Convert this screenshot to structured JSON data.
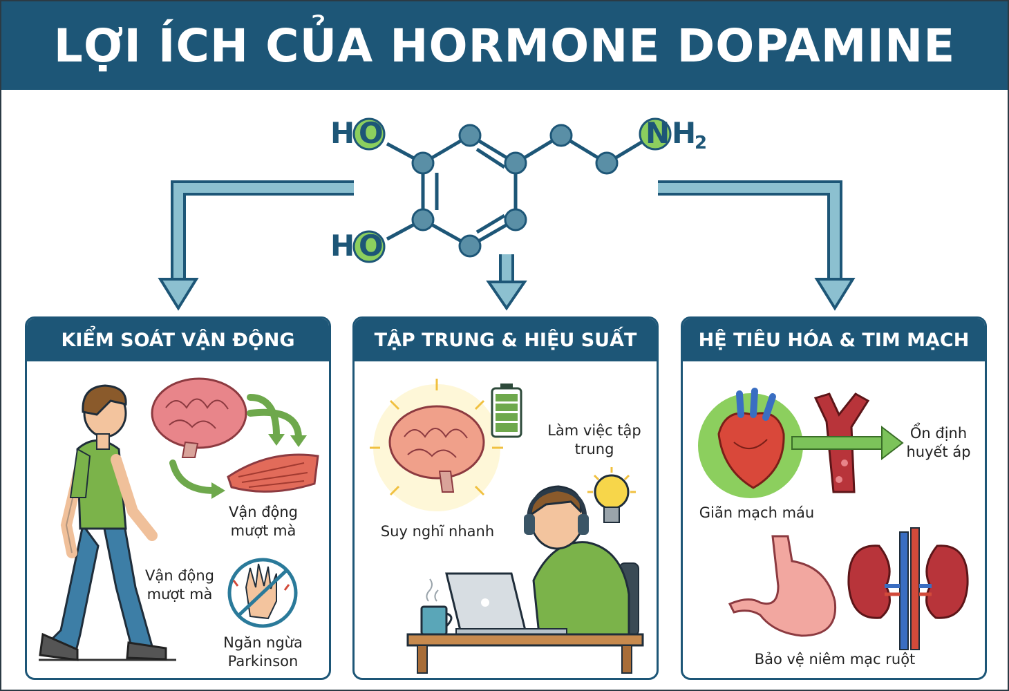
{
  "title": "LỢI ÍCH CỦA HORMONE DOPAMINE",
  "molecule": {
    "ho_top": "H",
    "o_top": "O",
    "ho_bottom": "H",
    "o_bottom": "O",
    "n": "N",
    "h2": "H",
    "sub2": "2"
  },
  "panels": [
    {
      "title": "KIỂM SOÁT VẬN ĐỘNG",
      "labels": [
        "Vận động mượt mà",
        "Vận động mượt mà",
        "Ngăn ngừa Parkinson"
      ],
      "icons": [
        "walking-person-icon",
        "brain-icon",
        "muscle-icon",
        "no-tremor-hand-icon"
      ]
    },
    {
      "title": "TẬP TRUNG & HIỆU SUẤT",
      "labels": [
        "Suy nghĩ nhanh",
        "Làm việc tập trung"
      ],
      "icons": [
        "glowing-brain-icon",
        "battery-icon",
        "lightbulb-icon",
        "person-laptop-icon",
        "coffee-mug-icon"
      ]
    },
    {
      "title": "HỆ TIÊU HÓA & TIM MẠCH",
      "labels": [
        "Giãn mạch máu",
        "Ổn định huyết áp",
        "Bảo vệ niêm mạc ruột"
      ],
      "icons": [
        "heart-icon",
        "blood-vessel-icon",
        "stomach-icon",
        "kidneys-icon"
      ]
    }
  ],
  "colors": {
    "header": "#1d5677",
    "arrow": "#5a9bb1",
    "atom_node": "#5a8fa6",
    "green_accent": "#7cc35a",
    "shirt": "#7bb34a"
  }
}
